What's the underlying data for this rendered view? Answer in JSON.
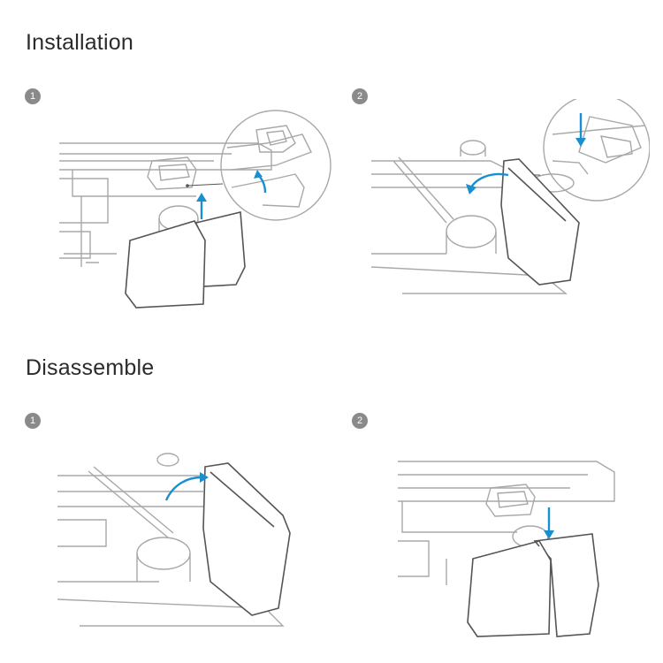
{
  "sections": {
    "installation": {
      "title": "Installation",
      "steps": [
        {
          "number": "1"
        },
        {
          "number": "2"
        }
      ]
    },
    "disassemble": {
      "title": "Disassemble",
      "steps": [
        {
          "number": "1"
        },
        {
          "number": "2"
        }
      ]
    }
  },
  "colors": {
    "line": "#9a9a9a",
    "line_dark": "#555555",
    "arrow": "#1a8fd0",
    "badge": "#8a8a8a"
  },
  "icons": [
    "drone-arm-illustration",
    "lens-hood-illustration",
    "blue-arrow-icon"
  ]
}
